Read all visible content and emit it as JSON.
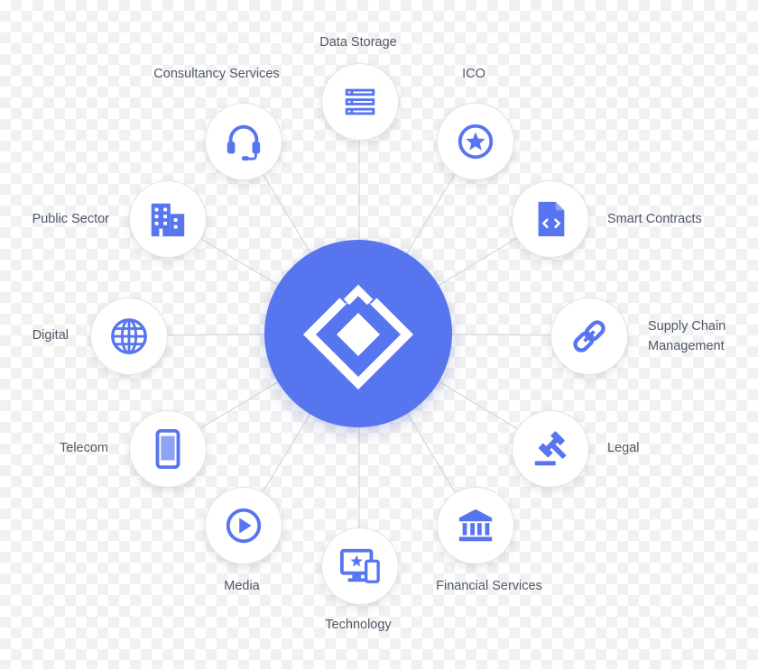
{
  "theme": {
    "accent": "#5775ef",
    "line": "#d9dde4",
    "label": "#4f5968"
  },
  "hub": {
    "icon": "diamond-logo-icon"
  },
  "nodes": [
    {
      "id": "data-storage",
      "label": "Data Storage",
      "icon": "server-stack-icon"
    },
    {
      "id": "ico",
      "label": "ICO",
      "icon": "star-coin-icon"
    },
    {
      "id": "smart-contracts",
      "label": "Smart Contracts",
      "icon": "code-file-icon"
    },
    {
      "id": "supply-chain",
      "label": "Supply Chain Management",
      "label_lines": [
        "Supply Chain",
        "Management"
      ],
      "icon": "chain-link-icon"
    },
    {
      "id": "legal",
      "label": "Legal",
      "icon": "gavel-icon"
    },
    {
      "id": "financial-services",
      "label": "Financial Services",
      "icon": "bank-icon"
    },
    {
      "id": "technology",
      "label": "Technology",
      "icon": "monitor-devices-icon"
    },
    {
      "id": "media",
      "label": "Media",
      "icon": "play-circle-icon"
    },
    {
      "id": "telecom",
      "label": "Telecom",
      "icon": "smartphone-icon"
    },
    {
      "id": "digital",
      "label": "Digital",
      "icon": "globe-icon"
    },
    {
      "id": "public-sector",
      "label": "Public Sector",
      "icon": "building-icon"
    },
    {
      "id": "consultancy-services",
      "label": "Consultancy Services",
      "icon": "headset-icon"
    }
  ]
}
